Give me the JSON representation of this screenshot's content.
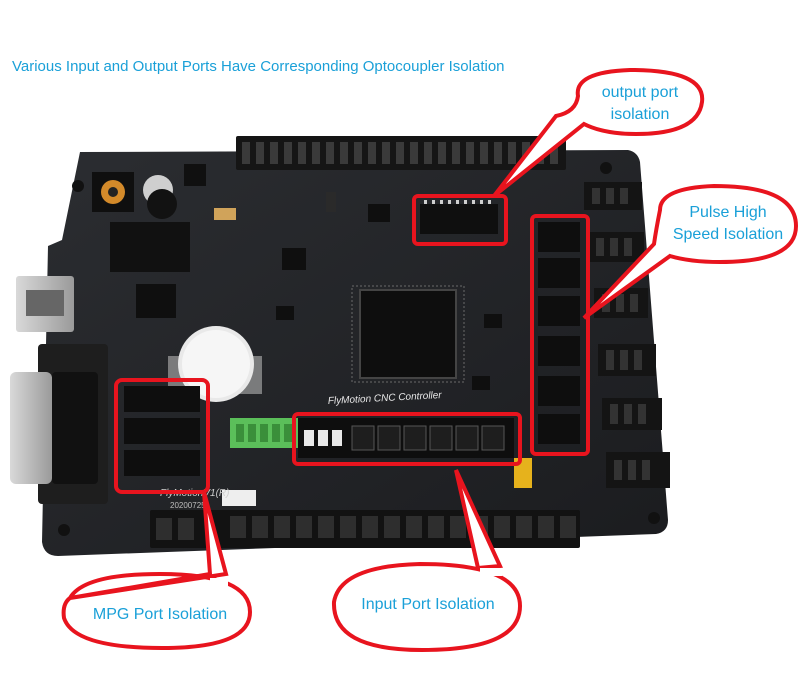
{
  "headline": "Various Input and Output Ports Have Corresponding Optocoupler Isolation",
  "board_silkscreen": {
    "brand": "FlyMotion CNC Controller",
    "model": "FlyMotionV1(R)",
    "code": "20200725"
  },
  "callouts": {
    "output_port": {
      "line1": "output port",
      "line2": "isolation"
    },
    "pulse": {
      "line1": "Pulse High",
      "line2": "Speed Isolation"
    },
    "mpg": {
      "line1": "MPG Port Isolation"
    },
    "input_port": {
      "line1": "Input Port Isolation"
    }
  },
  "colors": {
    "accent_text": "#1aa0d8",
    "highlight": "#e8141e",
    "pcb": "#232528"
  }
}
